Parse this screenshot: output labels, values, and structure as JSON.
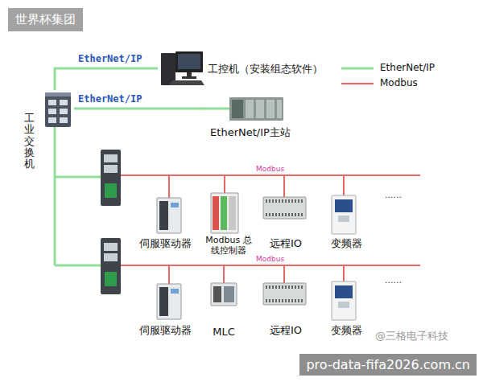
{
  "diagram": {
    "nodes": [
      {
        "text": [
          "工业交换机"
        ]
      },
      {
        "text": [
          "工控机（安装组态软件）"
        ]
      },
      {
        "text": [
          "EtherNet/IP主站"
        ]
      },
      {
        "text": [
          "伺服驱动器"
        ]
      },
      {
        "text": [
          "Modbus 总线控制器"
        ]
      },
      {
        "text": [
          "远程IO"
        ]
      },
      {
        "text": [
          "变频器"
        ]
      },
      {
        "text": [
          "伺服驱动器"
        ]
      },
      {
        "text": [
          "MLC"
        ]
      },
      {
        "text": [
          "远程IO"
        ]
      },
      {
        "text": [
          "变频器"
        ]
      }
    ],
    "edges": [
      {
        "from": 0,
        "to": 1,
        "arrow": "none",
        "label": "EtherNet/IP"
      },
      {
        "from": 0,
        "to": 2,
        "arrow": "none",
        "label": "EtherNet/IP"
      }
    ],
    "labels": [
      "世界杯集团",
      "Modbus",
      "......",
      "Modbus",
      "......",
      "@三格电子科技",
      "pro-data-fifa2026.com.cn"
    ],
    "legend": [
      {
        "text": "EtherNet/IP"
      },
      {
        "text": "Modbus"
      }
    ]
  }
}
